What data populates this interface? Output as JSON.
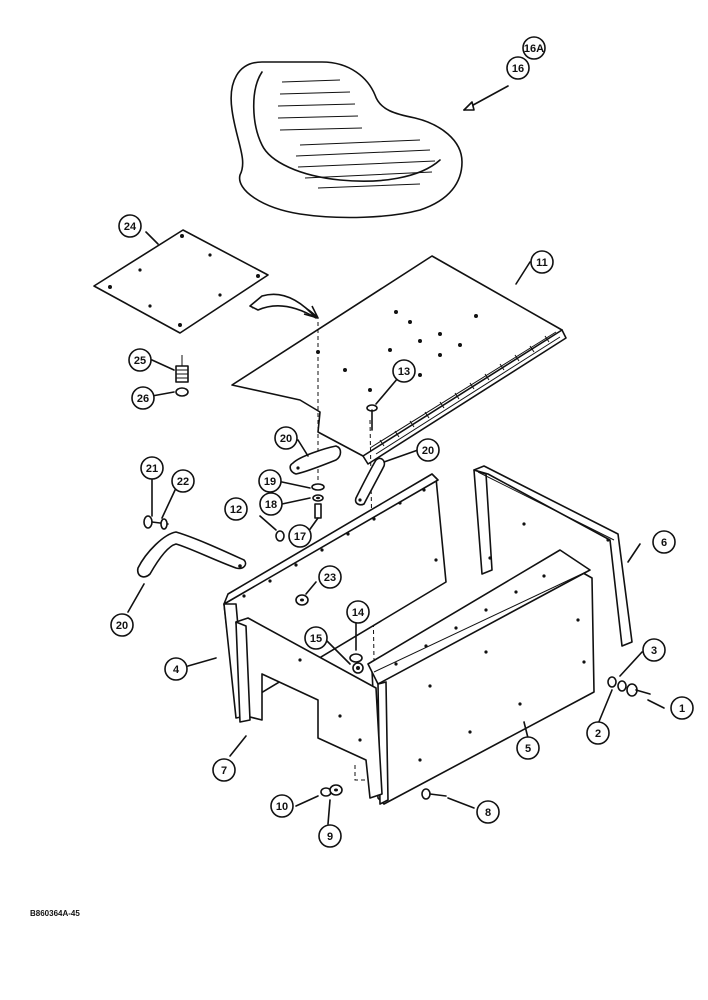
{
  "diagram": {
    "reference_code": "B860364A-45",
    "callouts": [
      {
        "label": "16A"
      },
      {
        "label": "16"
      },
      {
        "label": "24"
      },
      {
        "label": "11"
      },
      {
        "label": "25"
      },
      {
        "label": "26"
      },
      {
        "label": "13"
      },
      {
        "label": "20"
      },
      {
        "label": "20"
      },
      {
        "label": "19"
      },
      {
        "label": "21"
      },
      {
        "label": "22"
      },
      {
        "label": "18"
      },
      {
        "label": "12"
      },
      {
        "label": "17"
      },
      {
        "label": "6"
      },
      {
        "label": "23"
      },
      {
        "label": "14"
      },
      {
        "label": "20"
      },
      {
        "label": "15"
      },
      {
        "label": "3"
      },
      {
        "label": "4"
      },
      {
        "label": "1"
      },
      {
        "label": "2"
      },
      {
        "label": "7"
      },
      {
        "label": "5"
      },
      {
        "label": "10"
      },
      {
        "label": "8"
      },
      {
        "label": "9"
      }
    ]
  }
}
